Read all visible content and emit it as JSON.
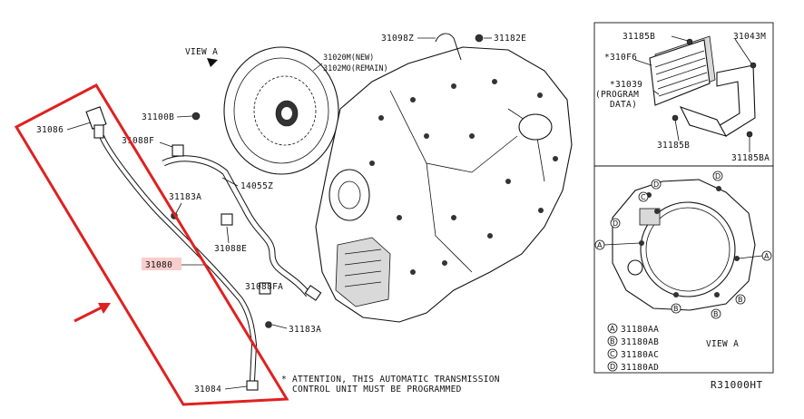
{
  "view_a_label": "VIEW A",
  "torque_converter": {
    "part": "31020M(NEW)",
    "part_remain": "3102MO(REMAIN)"
  },
  "callouts": {
    "p31098Z": "31098Z",
    "p31182E": "31182E",
    "p31100B": "31100B",
    "p31086": "31086",
    "p31088F": "31088F",
    "p14055Z": "14055Z",
    "p31183A": "31183A",
    "p31088E": "31088E",
    "p31080": "31080",
    "p31088FA": "31088FA",
    "p31183A_2": "31183A",
    "p31084": "31084"
  },
  "attention": {
    "line1": "* ATTENTION, THIS AUTOMATIC TRANSMISSION",
    "line2": "CONTROL UNIT MUST BE PROGRAMMED"
  },
  "tcu_panel": {
    "p31185B": "31185B",
    "p31043M": "31043M",
    "p310F6": "*310F6",
    "p31039": "*31039",
    "program1": "(PROGRAM",
    "program2": "DATA)",
    "p31185B_2": "31185B",
    "p31185BA": "31185BA"
  },
  "view_panel": {
    "legend": [
      {
        "mark": "A",
        "part": "31180AA"
      },
      {
        "mark": "B",
        "part": "31180AB"
      },
      {
        "mark": "C",
        "part": "31180AC"
      },
      {
        "mark": "D",
        "part": "31180AD"
      }
    ],
    "view_label": "VIEW A"
  },
  "diagram_ref": "R31000HT",
  "highlight_color": "#e02020"
}
